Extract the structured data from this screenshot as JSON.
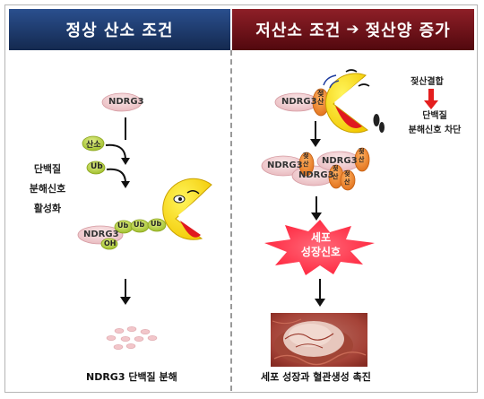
{
  "header": {
    "left_title": "정상 산소 조건",
    "right_title_a": "저산소 조건",
    "right_title_b": "젖산양 증가"
  },
  "left_panel": {
    "protein_top": "NDRG3",
    "oxygen_label": "산소",
    "ub_label": "Ub",
    "side_label": [
      "단백질",
      "분해신호",
      "활성화"
    ],
    "protein_complex": "NDRG3",
    "oh_label": "OH",
    "ub_chain": [
      "Ub",
      "Ub",
      "Ub"
    ],
    "caption": "NDRG3 단백질 분해"
  },
  "right_panel": {
    "protein_top": "NDRG3",
    "lactate_label": "젖산",
    "binding_label": "젖산결합",
    "blocked_label": [
      "단백질",
      "분해신호 차단"
    ],
    "cluster_labels": [
      "NDRG3",
      "NDRG3",
      "NDRG3"
    ],
    "lactate_tags": [
      "젖산",
      "젖산",
      "젖산",
      "젖산"
    ],
    "burst_label": [
      "세포",
      "성장신호"
    ],
    "caption": "세포 성장과 혈관생성 촉진"
  },
  "colors": {
    "left_header": "#1f3a6e",
    "right_header": "#6e1118",
    "protein_fill": "#f4d7d9",
    "lactate_fill": "#f08a2a",
    "ub_fill": "#b9d23a",
    "pacman_fill": "#ffe500",
    "burst_fill": "#ff2d45",
    "arrow_red": "#e41e1e"
  }
}
